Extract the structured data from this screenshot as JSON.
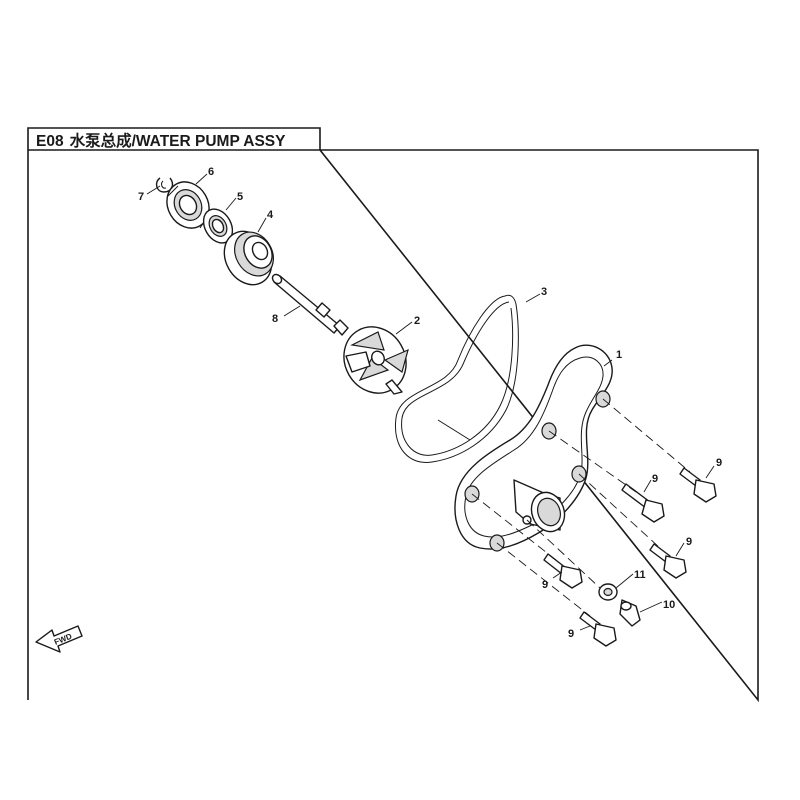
{
  "title": {
    "code": "E08",
    "label": "水泵总成/WATER PUMP ASSY"
  },
  "fwd_label": "FWD",
  "callouts": {
    "c1": "1",
    "c2": "2",
    "c3": "3",
    "c4": "4",
    "c5": "5",
    "c6": "6",
    "c7": "7",
    "c8": "8",
    "c9a": "9",
    "c9b": "9",
    "c9c": "9",
    "c9d": "9",
    "c9e": "9",
    "c10": "10",
    "c11": "11"
  }
}
